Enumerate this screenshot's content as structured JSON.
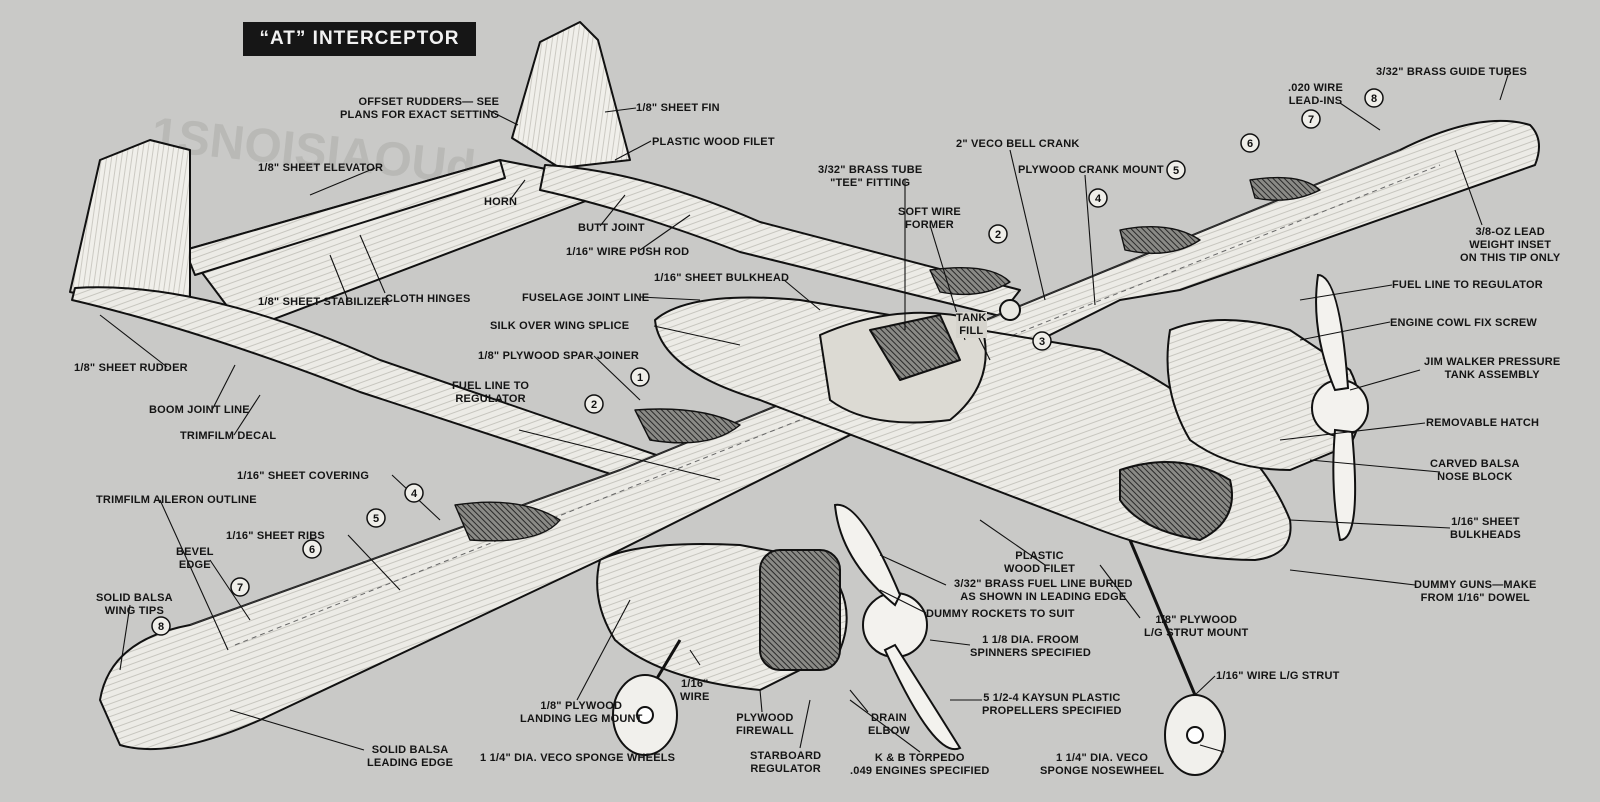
{
  "title": "“AT” INTERCEPTOR",
  "labels": {
    "offset_rudders": "OFFSET RUDDERS— SEE\nPLANS FOR EXACT SETTING",
    "sheet_fin": "1/8\" SHEET FIN",
    "plastic_wood_filet_top": "PLASTIC WOOD FILET",
    "sheet_elevator": "1/8\" SHEET ELEVATOR",
    "horn": "HORN",
    "butt_joint": "BUTT JOINT",
    "wire_push_rod": "1/16\" WIRE PUSH ROD",
    "cloth_hinges": "CLOTH HINGES",
    "sheet_stabilizer": "1/8\" SHEET STABILIZER",
    "sheet_rudder": "1/8\" SHEET RUDDER",
    "boom_joint_line": "BOOM JOINT LINE",
    "trimfilm_decal": "TRIMFILM DECAL",
    "sheet_covering": "1/16\" SHEET COVERING",
    "trimfilm_aileron": "TRIMFILM AILERON OUTLINE",
    "sheet_ribs": "1/16\" SHEET RIBS",
    "bevel_edge": "BEVEL\nEDGE",
    "solid_balsa_tips": "SOLID BALSA\nWING TIPS",
    "solid_balsa_le": "SOLID BALSA\nLEADING EDGE",
    "sheet_bulkhead_top": "1/16\" SHEET BULKHEAD",
    "fuselage_joint": "FUSELAGE JOINT LINE",
    "silk_over_splice": "SILK OVER WING SPLICE",
    "plywood_spar": "1/8\" PLYWOOD SPAR JOINER",
    "fuel_line_left": "FUEL LINE TO\nREGULATOR",
    "brass_tube_tee": "3/32\" BRASS TUBE\n\"TEE\" FITTING",
    "soft_wire": "SOFT WIRE\nFORMER",
    "veco_bell": "2\" VECO BELL CRANK",
    "plywood_crank": "PLYWOOD CRANK MOUNT",
    "tank_fill": "TANK\nFILL",
    "wire_leadins": ".020 WIRE\nLEAD-INS",
    "brass_guide": "3/32\" BRASS GUIDE TUBES",
    "lead_weight": "3/8-OZ LEAD\nWEIGHT INSET\nON THIS TIP ONLY",
    "fuel_line_right": "FUEL LINE TO REGULATOR",
    "engine_cowl": "ENGINE COWL FIX SCREW",
    "jim_walker": "JIM WALKER PRESSURE\nTANK ASSEMBLY",
    "removable_hatch": "REMOVABLE HATCH",
    "carved_balsa": "CARVED BALSA\nNOSE BLOCK",
    "sheet_bulkheads_right": "1/16\" SHEET\nBULKHEADS",
    "dummy_guns": "DUMMY GUNS—MAKE\nFROM 1/16\" DOWEL",
    "plastic_wood_filet_mid": "PLASTIC\nWOOD FILET",
    "brass_fuel_line": "3/32\" BRASS FUEL LINE BURIED\nAS SHOWN IN LEADING EDGE",
    "dummy_rockets": "DUMMY ROCKETS TO SUIT",
    "plywood_lg_strut": "1/8\" PLYWOOD\nL/G STRUT MOUNT",
    "spinners": "1 1/8 DIA. FROOM\nSPINNERS SPECIFIED",
    "wire_lg_strut": "1/16\" WIRE L/G STRUT",
    "propellers": "5 1/2-4 KAYSUN PLASTIC\nPROPELLERS SPECIFIED",
    "landing_leg": "1/8\" PLYWOOD\nLANDING LEG MOUNT",
    "wire_116": "1/16\"\nWIRE",
    "plywood_firewall": "PLYWOOD\nFIREWALL",
    "drain_elbow": "DRAIN\nELBOW",
    "sponge_wheels": "1 1/4\" DIA. VECO SPONGE WHEELS",
    "starboard_reg": "STARBOARD\nREGULATOR",
    "kb_torpedo": "K & B TORPEDO\n.049 ENGINES SPECIFIED",
    "sponge_nosewheel": "1 1/4\" DIA. VECO\nSPONGE NOSEWHEEL",
    "bg_text": "1SNOISIAOUd"
  },
  "callouts": [
    "1",
    "2",
    "3",
    "4",
    "5",
    "6",
    "7",
    "8"
  ]
}
